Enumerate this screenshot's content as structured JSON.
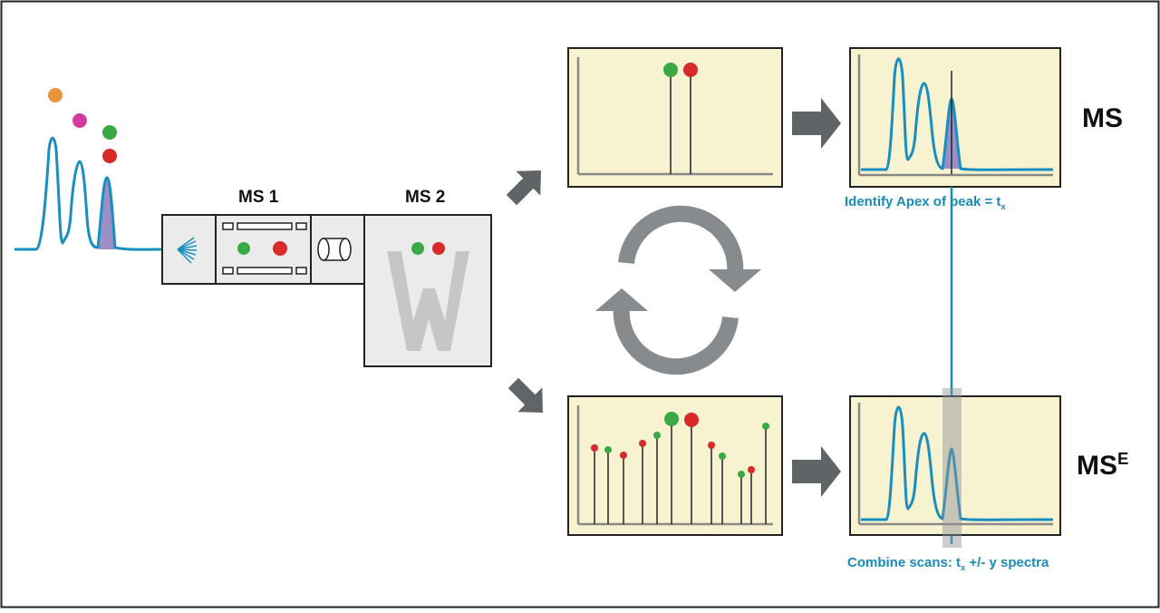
{
  "instrument": {
    "ms1_label": "MS 1",
    "ms2_label": "MS 2",
    "ms2_logo_letter": "W"
  },
  "modes": {
    "low_energy": {
      "label": "MS",
      "annotation_text": "Identify Apex  of peak = t",
      "annotation_sub": "x"
    },
    "elevated_energy": {
      "label_base": "MS",
      "label_sup": "E",
      "annotation_text_1": "Combine scans: t",
      "annotation_sub": "x",
      "annotation_text_2": " +/- y spectra"
    }
  },
  "colors": {
    "chromatogram_blue": "#1a8fbf",
    "panel_fill": "#f7f2d0",
    "panel_border": "#222222",
    "instrument_fill": "#ebebeb",
    "arrow_gray": "#5f6466",
    "cycle_gray": "#878b8e",
    "ion_green": "#3aa845",
    "ion_red": "#d82a2a",
    "ion_orange": "#e8963a",
    "ion_magenta": "#d43aa0",
    "peak_highlight": "#9b8fc8",
    "logo_gray": "#c4c6c8"
  },
  "icons": [
    "chromatogram-icon",
    "electrospray-icon",
    "quadrupole-icon",
    "collision-cell-icon",
    "cycle-arrows-icon",
    "right-arrow-icon",
    "diagonal-arrow-icon"
  ]
}
